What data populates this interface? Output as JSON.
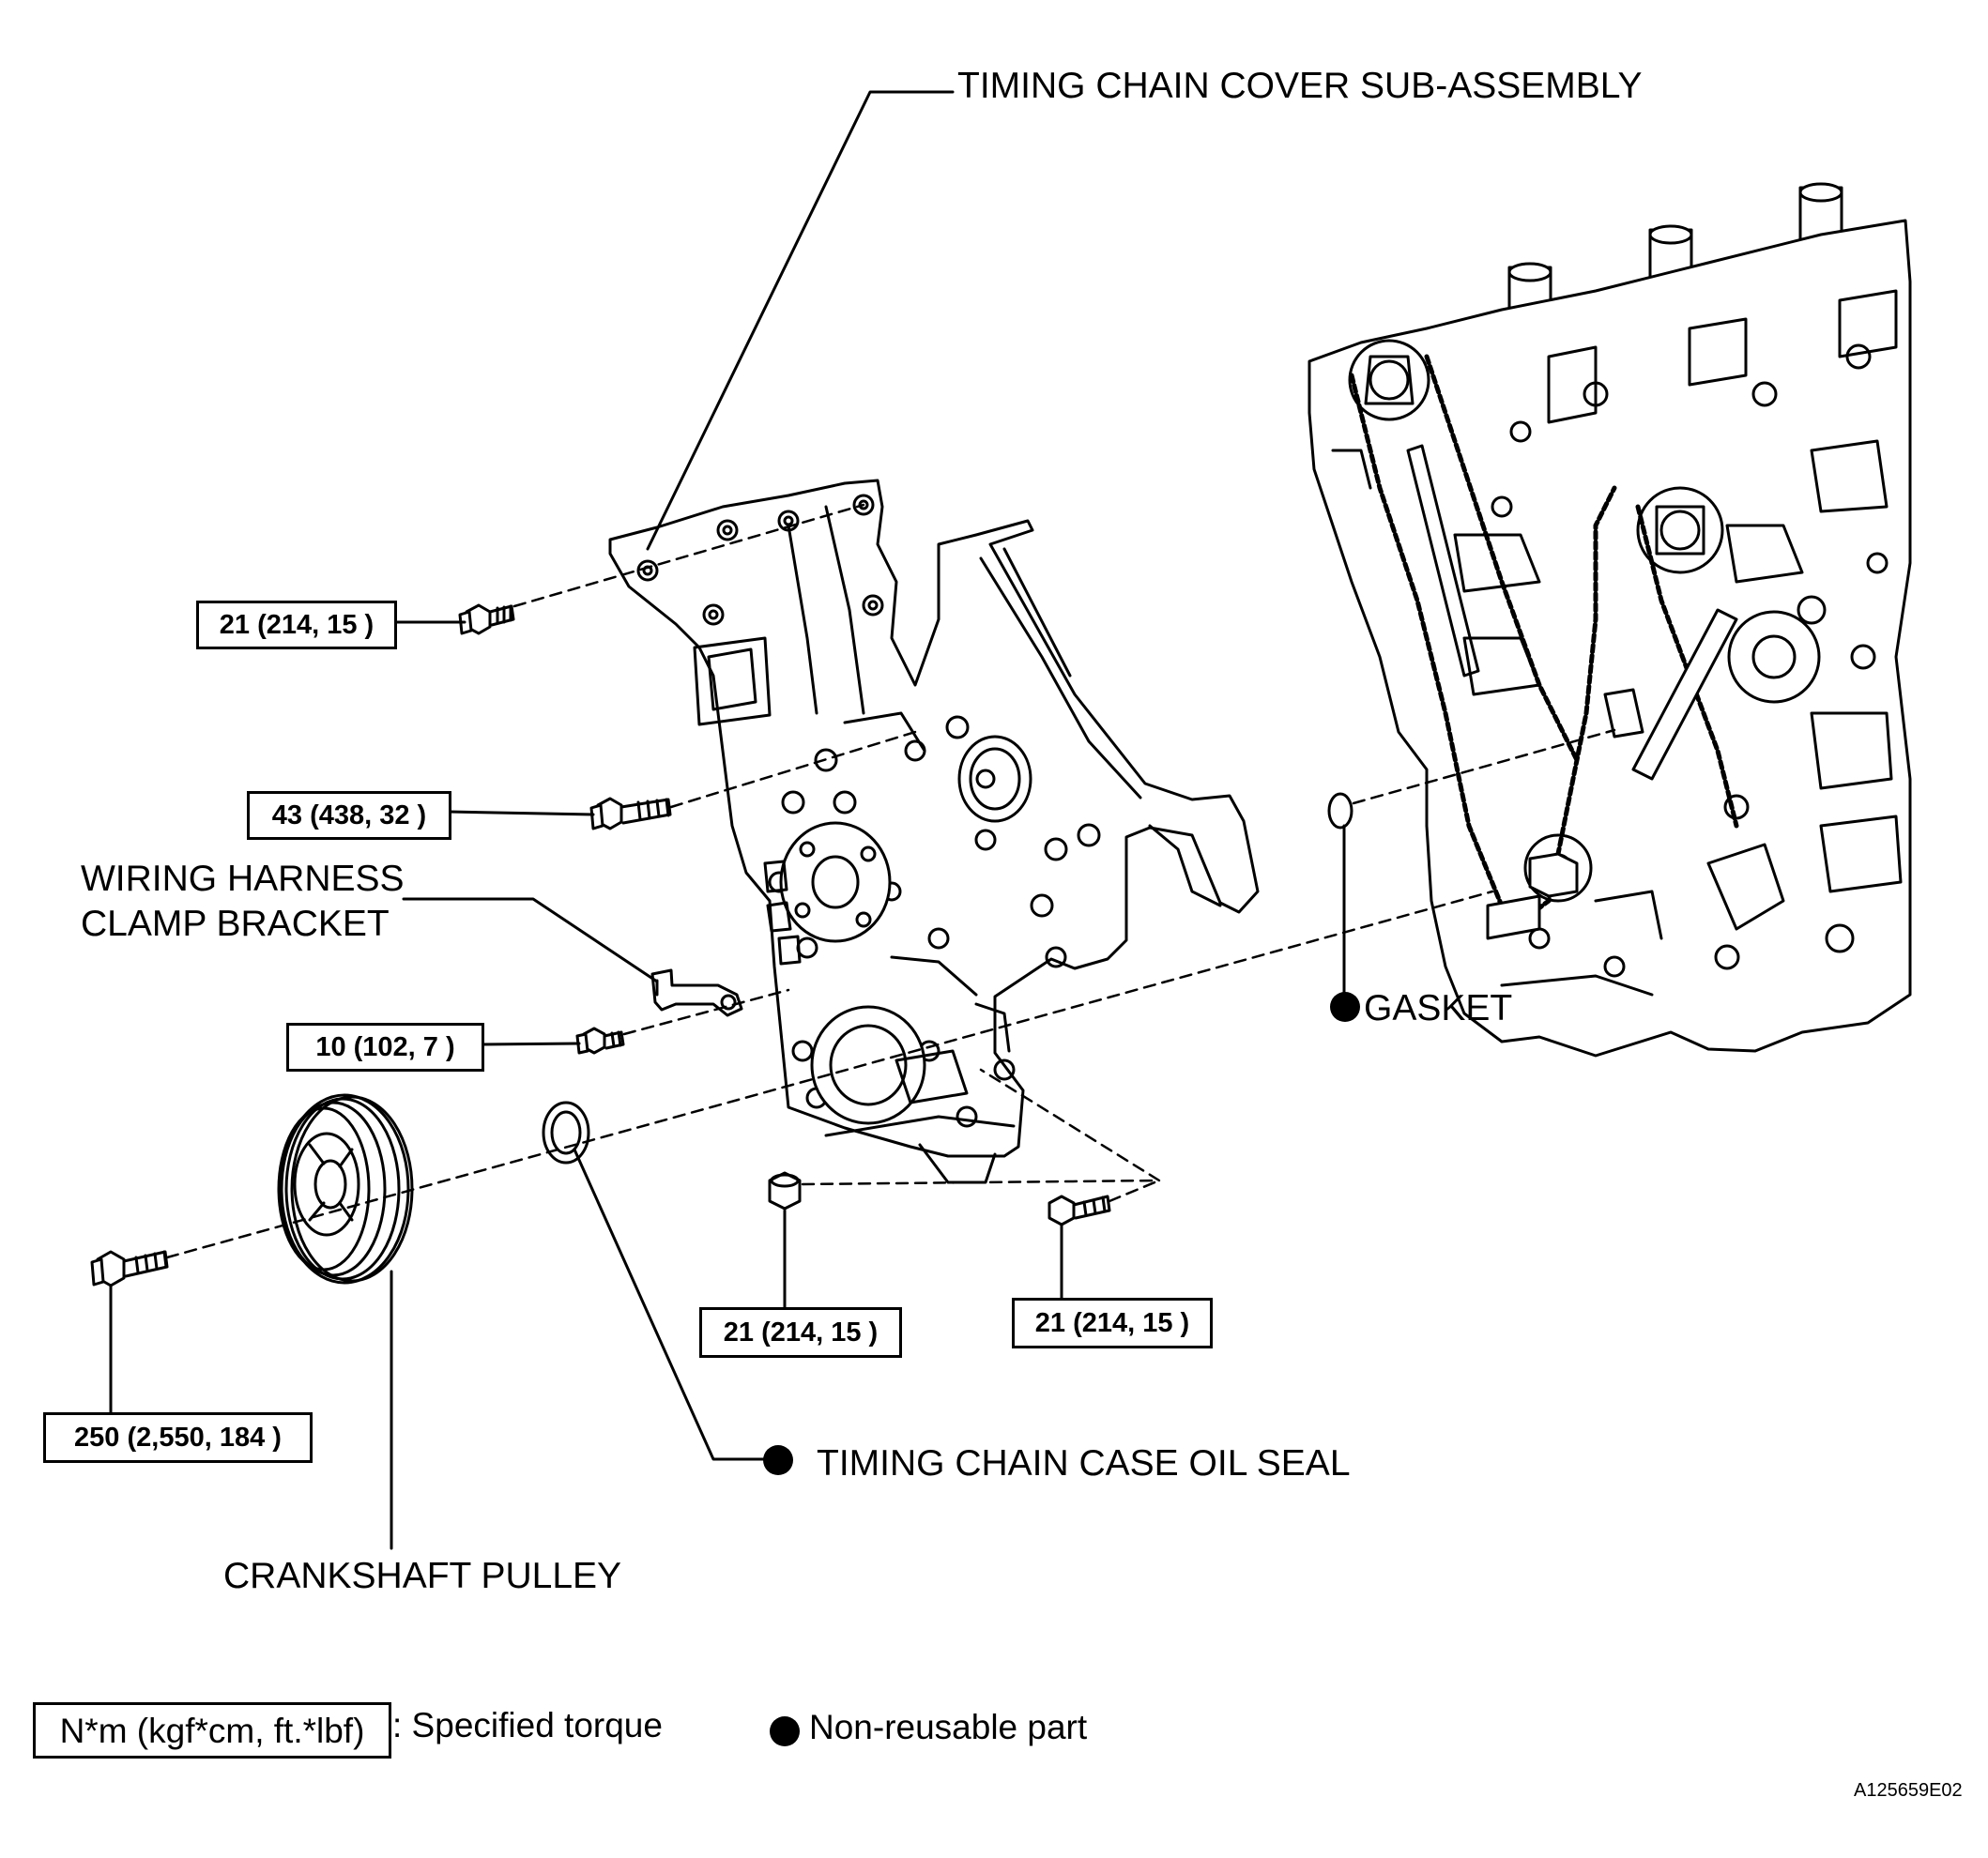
{
  "labels": {
    "timing_chain_cover": "TIMING CHAIN COVER SUB-ASSEMBLY",
    "wiring_harness_line1": "WIRING HARNESS",
    "wiring_harness_line2": "CLAMP BRACKET",
    "gasket": "GASKET",
    "oil_seal": "TIMING CHAIN CASE OIL SEAL",
    "crankshaft_pulley": "CRANKSHAFT PULLEY"
  },
  "torques": {
    "upper_cover_bolt": "21 (214, 15 )",
    "middle_cover_bolt": "43 (438, 32 )",
    "bracket_bolt": "10 (102, 7 )",
    "lower_nut": "21 (214, 15 )",
    "lower_stud_bolt": "21 (214, 15 )",
    "pulley_bolt": "250 (2,550, 184 )"
  },
  "legend": {
    "torque_unit": "N*m (kgf*cm, ft.*lbf)",
    "torque_desc": ": Specified torque",
    "non_reusable": "Non-reusable part"
  },
  "figure_id": "A125659E02"
}
